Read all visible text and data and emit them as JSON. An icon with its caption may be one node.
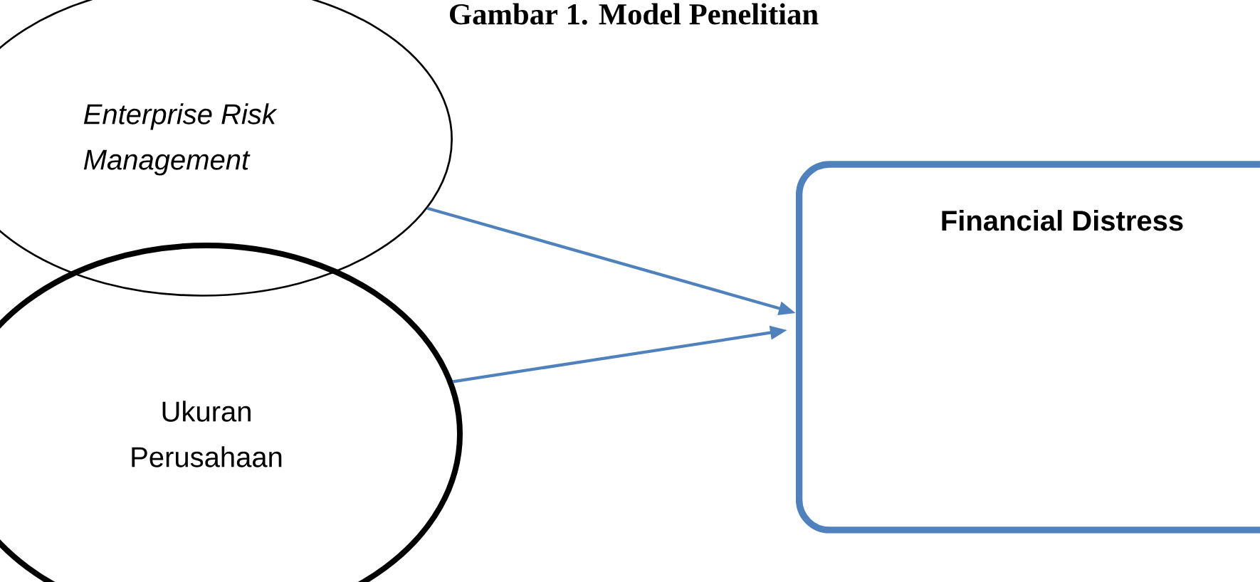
{
  "diagram": {
    "title": "Gambar 1. Model Penelitian",
    "nodes": [
      {
        "text": [
          "*Enterprise Risk Management*"
        ]
      },
      {
        "text": [
          "Ukuran Perusahaan"
        ]
      },
      {
        "text": [
          "**Financial Distress**"
        ]
      }
    ],
    "edges": [
      {
        "from": 0,
        "to": 2,
        "arrow": "to",
        "color": "#4f81bd"
      },
      {
        "from": 1,
        "to": 2,
        "arrow": "to",
        "color": "#4f81bd"
      }
    ]
  }
}
